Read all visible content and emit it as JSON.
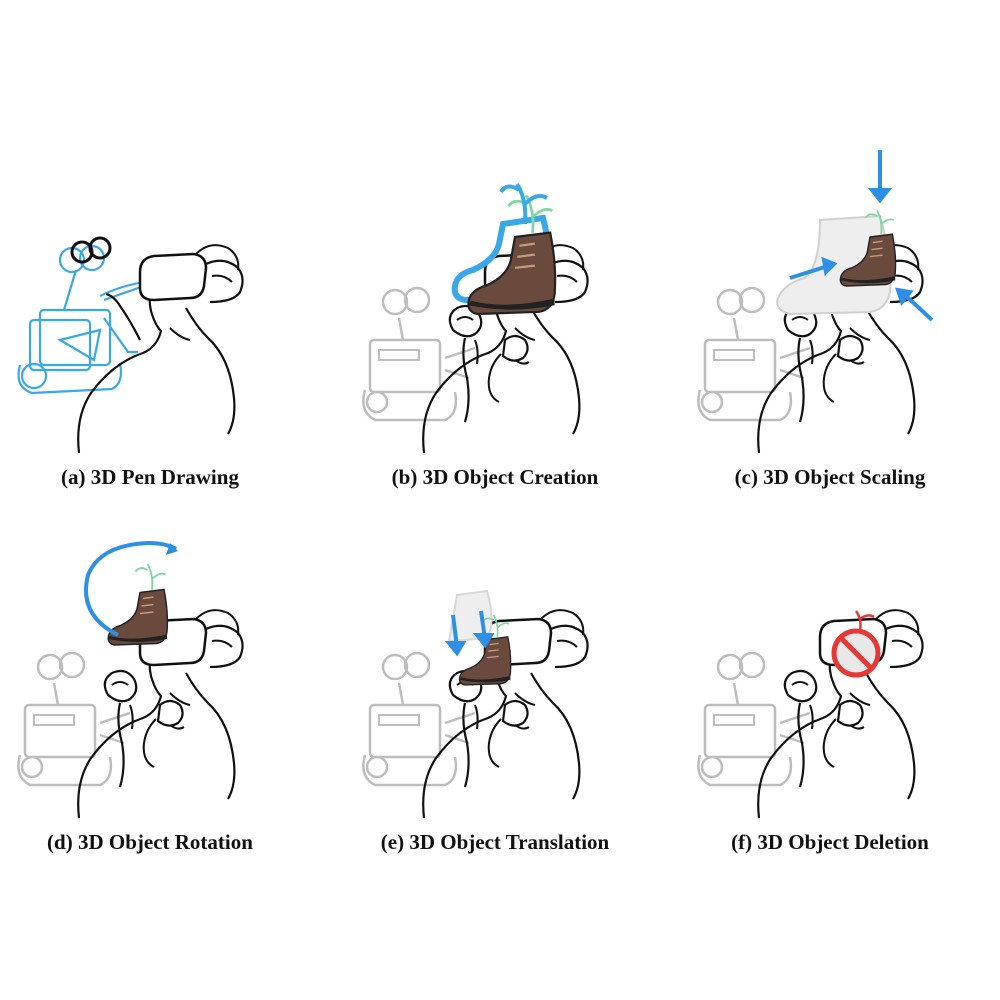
{
  "panels": [
    {
      "caption": "(a) 3D Pen Drawing"
    },
    {
      "caption": "(b) 3D Object Creation"
    },
    {
      "caption": "(c) 3D Object Scaling"
    },
    {
      "caption": "(d) 3D Object Rotation"
    },
    {
      "caption": "(e) 3D Object Translation"
    },
    {
      "caption": "(f) 3D Object Deletion"
    }
  ],
  "colors": {
    "pen_stroke": "#3aa7e8",
    "robot_faded": "#bdbdbd",
    "line_art": "#111111",
    "boot_brown": "#6b4a3e",
    "sprout_green": "#7fd6a0",
    "action_arrow": "#2d8fe6",
    "delete_red": "#e53935"
  },
  "icons": [
    "vr-headset-icon",
    "controller-icon",
    "robot-icon",
    "boot-icon",
    "sprout-icon",
    "arrow-icon",
    "prohibit-icon"
  ]
}
